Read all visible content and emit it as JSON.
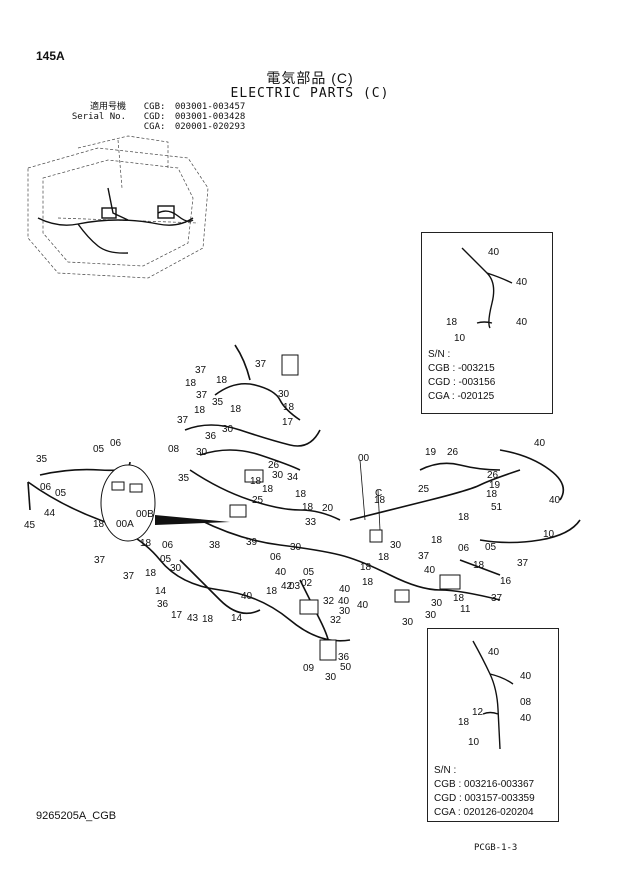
{
  "page_number": "145A",
  "title_jp": "電気部品 (C)",
  "title_en": "ELECTRIC PARTS (C)",
  "serial_info": {
    "label_jp": "適用号機",
    "label_en": "Serial No.",
    "rows": [
      {
        "code": "CGB:",
        "range": "003001-003457"
      },
      {
        "code": "CGD:",
        "range": "003001-003428"
      },
      {
        "code": "CGA:",
        "range": "020001-020293"
      }
    ]
  },
  "inset_top": {
    "sn_label": "S/N :",
    "rows": [
      "CGB : -003215",
      "CGD : -003156",
      "CGA : -020125"
    ],
    "callouts": [
      "40",
      "40",
      "18",
      "40",
      "10"
    ]
  },
  "inset_bottom": {
    "sn_label": "S/N :",
    "rows": [
      "CGB : 003216-003367",
      "CGD : 003157-003359",
      "CGA : 020126-020204"
    ],
    "callouts": [
      "40",
      "40",
      "08",
      "12",
      "40",
      "18",
      "10"
    ]
  },
  "detail_labels": [
    "00A",
    "00B"
  ],
  "callouts_main": [
    "37",
    "18",
    "37",
    "35",
    "18",
    "18",
    "37",
    "18",
    "37",
    "30",
    "18",
    "17",
    "36",
    "30",
    "35",
    "30",
    "08",
    "26",
    "30",
    "18",
    "18",
    "25",
    "34",
    "18",
    "18",
    "33",
    "20",
    "00",
    "C",
    "19",
    "26",
    "25",
    "18",
    "26",
    "19",
    "51",
    "40",
    "40",
    "10",
    "35",
    "06",
    "05",
    "06",
    "05",
    "44",
    "45",
    "37",
    "18",
    "18",
    "37",
    "18",
    "06",
    "30",
    "05",
    "36",
    "14",
    "17",
    "43",
    "18",
    "14",
    "40",
    "18",
    "40",
    "38",
    "39",
    "30",
    "06",
    "05",
    "42",
    "40",
    "03",
    "02",
    "40",
    "32",
    "30",
    "32",
    "40",
    "36",
    "09",
    "30",
    "50",
    "18",
    "18",
    "18",
    "18",
    "30",
    "37",
    "18",
    "40",
    "30",
    "18",
    "06",
    "05",
    "18",
    "37",
    "16",
    "37",
    "11",
    "18",
    "30",
    "30",
    "08"
  ],
  "doc_code": "9265205A_CGB",
  "page_ref": "PCGB-1-3"
}
